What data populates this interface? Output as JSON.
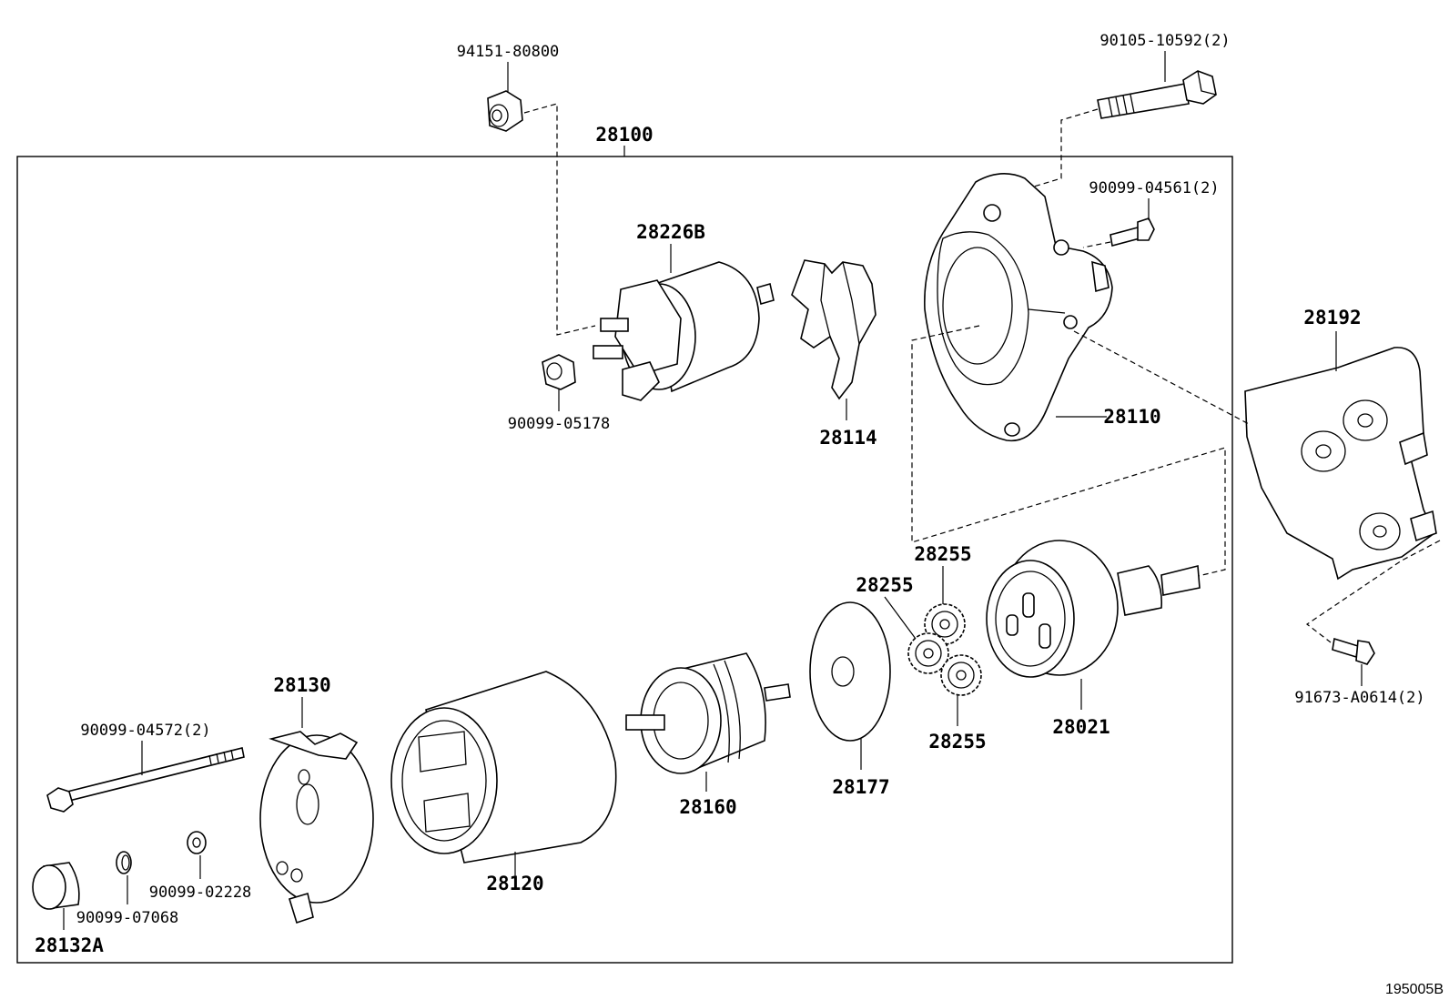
{
  "labels": {
    "assembly": "28100",
    "nut_top": "94151-80800",
    "bolt_top": "90105-10592(2)",
    "bolt_small": "90099-04561(2)",
    "solenoid": "28226B",
    "solenoid_nut": "90099-05178",
    "lever": "28114",
    "housing": "28110",
    "cover_plate": "28192",
    "bolt_right": "91673-A0614(2)",
    "gear_a": "28255",
    "gear_b": "28255",
    "gear_c": "28255",
    "clutch": "28021",
    "plate": "28177",
    "armature": "28160",
    "yoke": "28120",
    "end_frame": "28130",
    "through_bolt": "90099-04572(2)",
    "washer": "90099-02228",
    "ring": "90099-07068",
    "cap": "28132A"
  },
  "footer": {
    "code": "195005B"
  }
}
